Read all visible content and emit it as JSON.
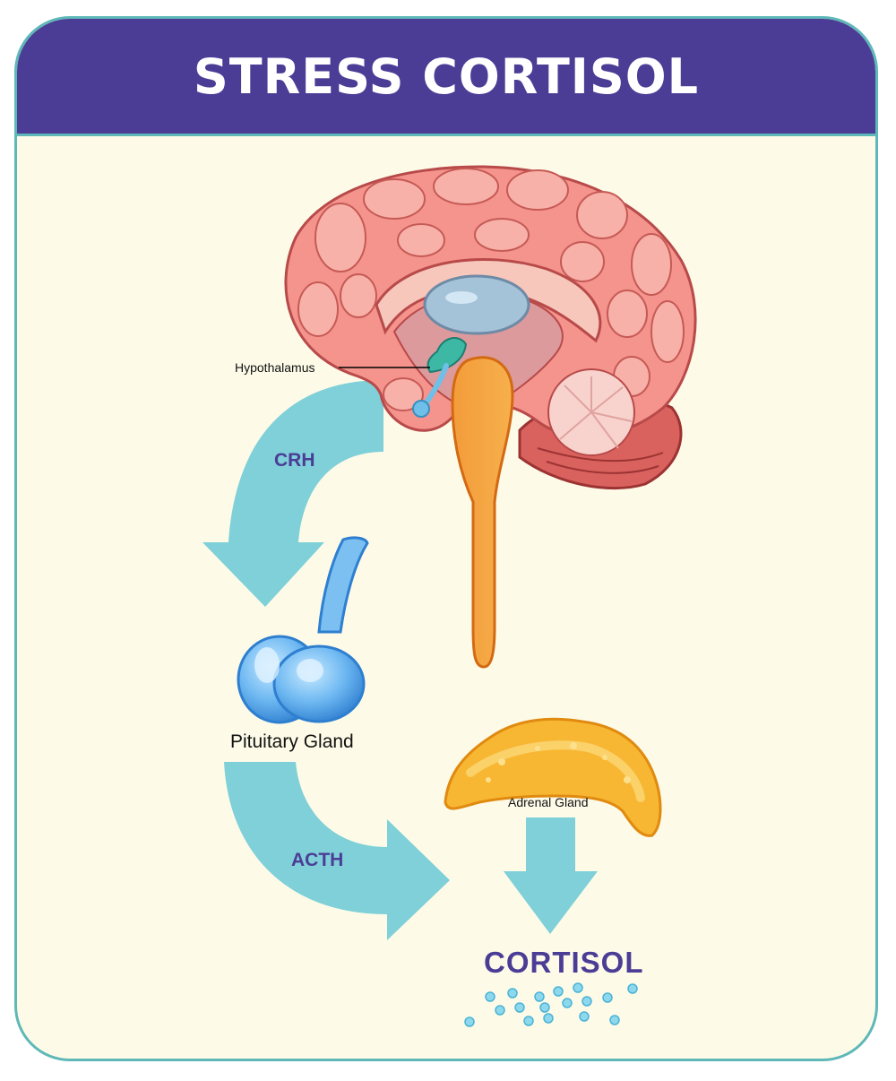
{
  "title": "STRESS CORTISOL",
  "labels": {
    "hypothalamus": "Hypothalamus",
    "crh": "CRH",
    "pituitary": "Pituitary Gland",
    "acth": "ACTH",
    "adrenal": "Adrenal Gland",
    "cortisol": "CORTISOL"
  },
  "icons": [
    "brain",
    "pituitary-gland",
    "adrenal-gland",
    "cortisol-molecules"
  ],
  "colors": {
    "banner": "#4b3d96",
    "border": "#5fb8b8",
    "background": "#fdfbe8",
    "arrow": "#7fd0d8",
    "hormone_text": "#4b3d96",
    "brain": "#f4948c",
    "brainstem": "#f39c3a",
    "pituitary": "#5aa8ec",
    "adrenal": "#f7b733"
  }
}
